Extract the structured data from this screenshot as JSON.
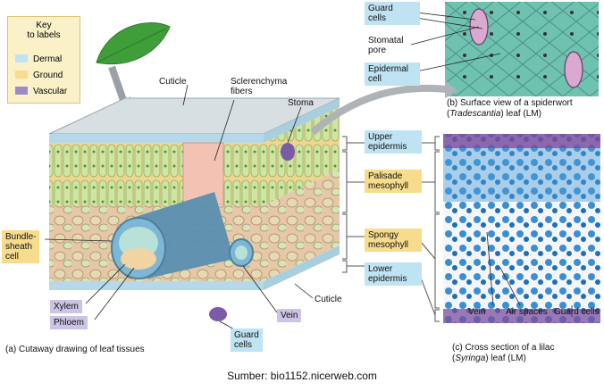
{
  "key": {
    "title_line1": "Key",
    "title_line2": "to labels",
    "items": [
      {
        "label": "Dermal",
        "color": "#bfe3f2"
      },
      {
        "label": "Ground",
        "color": "#f6dc8c"
      },
      {
        "label": "Vascular",
        "color": "#9d8cc4"
      }
    ]
  },
  "labels_a": {
    "cuticle_top": "Cuticle",
    "sclerenchyma_1": "Sclerenchyma",
    "sclerenchyma_2": "fibers",
    "stoma": "Stoma",
    "bundle_1": "Bundle-",
    "bundle_2": "sheath",
    "bundle_3": "cell",
    "xylem": "Xylem",
    "phloem": "Phloem",
    "vein": "Vein",
    "guard_1": "Guard",
    "guard_2": "cells",
    "cuticle_bottom": "Cuticle"
  },
  "layers": {
    "upper_1": "Upper",
    "upper_2": "epidermis",
    "palisade_1": "Palisade",
    "palisade_2": "mesophyll",
    "spongy_1": "Spongy",
    "spongy_2": "mesophyll",
    "lower_1": "Lower",
    "lower_2": "epidermis"
  },
  "labels_b": {
    "guard_1": "Guard",
    "guard_2": "cells",
    "stomatal_1": "Stomatal",
    "stomatal_2": "pore",
    "epidermal_1": "Epidermal",
    "epidermal_2": "cell"
  },
  "labels_c": {
    "vein": "Vein",
    "air": "Air spaces",
    "guard": "Guard cells"
  },
  "captions": {
    "a": "(a) Cutaway drawing of leaf tissues",
    "b_1": "(b) Surface view of a spiderwort",
    "b_2_pre": "(",
    "b_2_it": "Tradescantia",
    "b_2_post": ") leaf (LM)",
    "c_1": "(c) Cross section of a lilac",
    "c_2_pre": "(",
    "c_2_it": "Syringa",
    "c_2_post": ") leaf (LM)"
  },
  "source": "Sumber: bio1152.nicerweb.com"
}
